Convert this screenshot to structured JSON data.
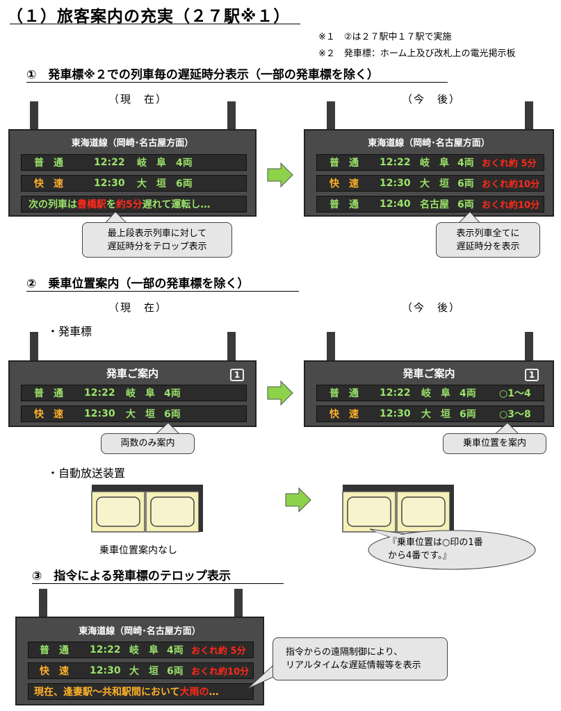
{
  "title": "（１）旅客案内の充実（２７駅※１）",
  "notes": [
    "※１　②は２７駅中１７駅で実施",
    "※２　発車標：ホーム上及び改札上の電光掲示板"
  ],
  "section1": {
    "heading": "①　発車標※２での列車毎の遅延時分表示（一部の発車標を除く）",
    "now_label": "（現　在）",
    "future_label": "（今　後）",
    "now_board": {
      "title": "東海道線（岡崎･名古屋方面）",
      "rows": [
        {
          "type": "普　通",
          "time": "12:22",
          "dest": "岐　阜",
          "cars": "4両"
        },
        {
          "type": "快　速",
          "time": "12:30",
          "dest": "大　垣",
          "cars": "6両"
        }
      ],
      "ticker": {
        "p1": "次の列車は",
        "p2": "豊橋駅",
        "p3": "を",
        "p4": "約5分",
        "p5": "遅れて運転し…"
      }
    },
    "future_board": {
      "title": "東海道線（岡崎･名古屋方面）",
      "rows": [
        {
          "type": "普　通",
          "time": "12:22",
          "dest": "岐　阜",
          "cars": "4両",
          "delay": "おくれ約 5分"
        },
        {
          "type": "快　速",
          "time": "12:30",
          "dest": "大　垣",
          "cars": "6両",
          "delay": "おくれ約10分"
        },
        {
          "type": "普　通",
          "time": "12:40",
          "dest": "名古屋",
          "cars": "6両",
          "delay": "おくれ約10分"
        }
      ]
    },
    "callout_now": [
      "最上段表示列車に対して",
      "遅延時分をテロップ表示"
    ],
    "callout_future": [
      "表示列車全てに",
      "遅延時分を表示"
    ]
  },
  "section2": {
    "heading": "②　乗車位置案内（一部の発車標を除く）",
    "now_label": "（現　在）",
    "future_label": "（今　後）",
    "bullet_board": "・発車標",
    "now_board": {
      "title": "発車ご案内",
      "platform": "1",
      "rows": [
        {
          "type": "普　通",
          "time": "12:22",
          "dest": "岐　阜",
          "cars": "4両"
        },
        {
          "type": "快　速",
          "time": "12:30",
          "dest": "大　垣",
          "cars": "6両"
        }
      ]
    },
    "future_board": {
      "title": "発車ご案内",
      "platform": "1",
      "rows": [
        {
          "type": "普　通",
          "time": "12:22",
          "dest": "岐　阜",
          "cars": "4両",
          "pos": "○1～4"
        },
        {
          "type": "快　速",
          "time": "12:30",
          "dest": "大　垣",
          "cars": "6両",
          "pos": "○3～8"
        }
      ]
    },
    "callout_now": "両数のみ案内",
    "callout_future": "乗車位置を案内",
    "bullet_audio": "・自動放送装置",
    "no_audio_label": "乗車位置案内なし",
    "speech": [
      "『乗車位置は○印の1番",
      "から4番です。』"
    ]
  },
  "section3": {
    "heading": "③　指令による発車標のテロップ表示",
    "board": {
      "title": "東海道線（岡崎･名古屋方面）",
      "rows": [
        {
          "type": "普　通",
          "time": "12:22",
          "dest": "岐　阜",
          "cars": "4両",
          "delay": "おくれ約 5分"
        },
        {
          "type": "快　速",
          "time": "12:30",
          "dest": "大　垣",
          "cars": "6両",
          "delay": "おくれ約10分"
        }
      ],
      "ticker": {
        "p1": "現在、逢妻駅～共和駅間において",
        "p2": "大雨の",
        "p3": "…"
      }
    },
    "callout": [
      "指令からの遠隔制御により、",
      "リアルタイムな遅延情報等を表示"
    ]
  },
  "colors": {
    "board": "#4a4a4a",
    "row": "#2b2b2b",
    "green": "#9be36a",
    "orange": "#ffb12a",
    "red": "#ff2a1a",
    "arrow": "#8cd24a",
    "speaker": "#f4f0b8"
  }
}
